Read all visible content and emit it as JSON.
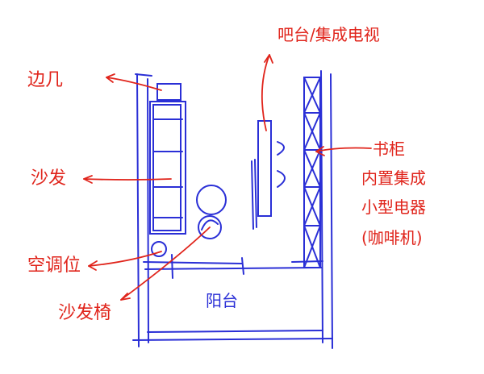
{
  "labels": {
    "side_table": "边几",
    "sofa": "沙发",
    "ac_spot": "空调位",
    "lounge_chair": "沙发椅",
    "balcony": "阳台",
    "bar_tv": "吧台/集成电视",
    "bookcase_line1": "书柜",
    "bookcase_line2": "内置集成",
    "bookcase_line3": "小型电器",
    "bookcase_line4": "(咖啡机)"
  },
  "colors": {
    "wall_blue": "#2a2fd6",
    "annotation_red": "#e0241b"
  }
}
